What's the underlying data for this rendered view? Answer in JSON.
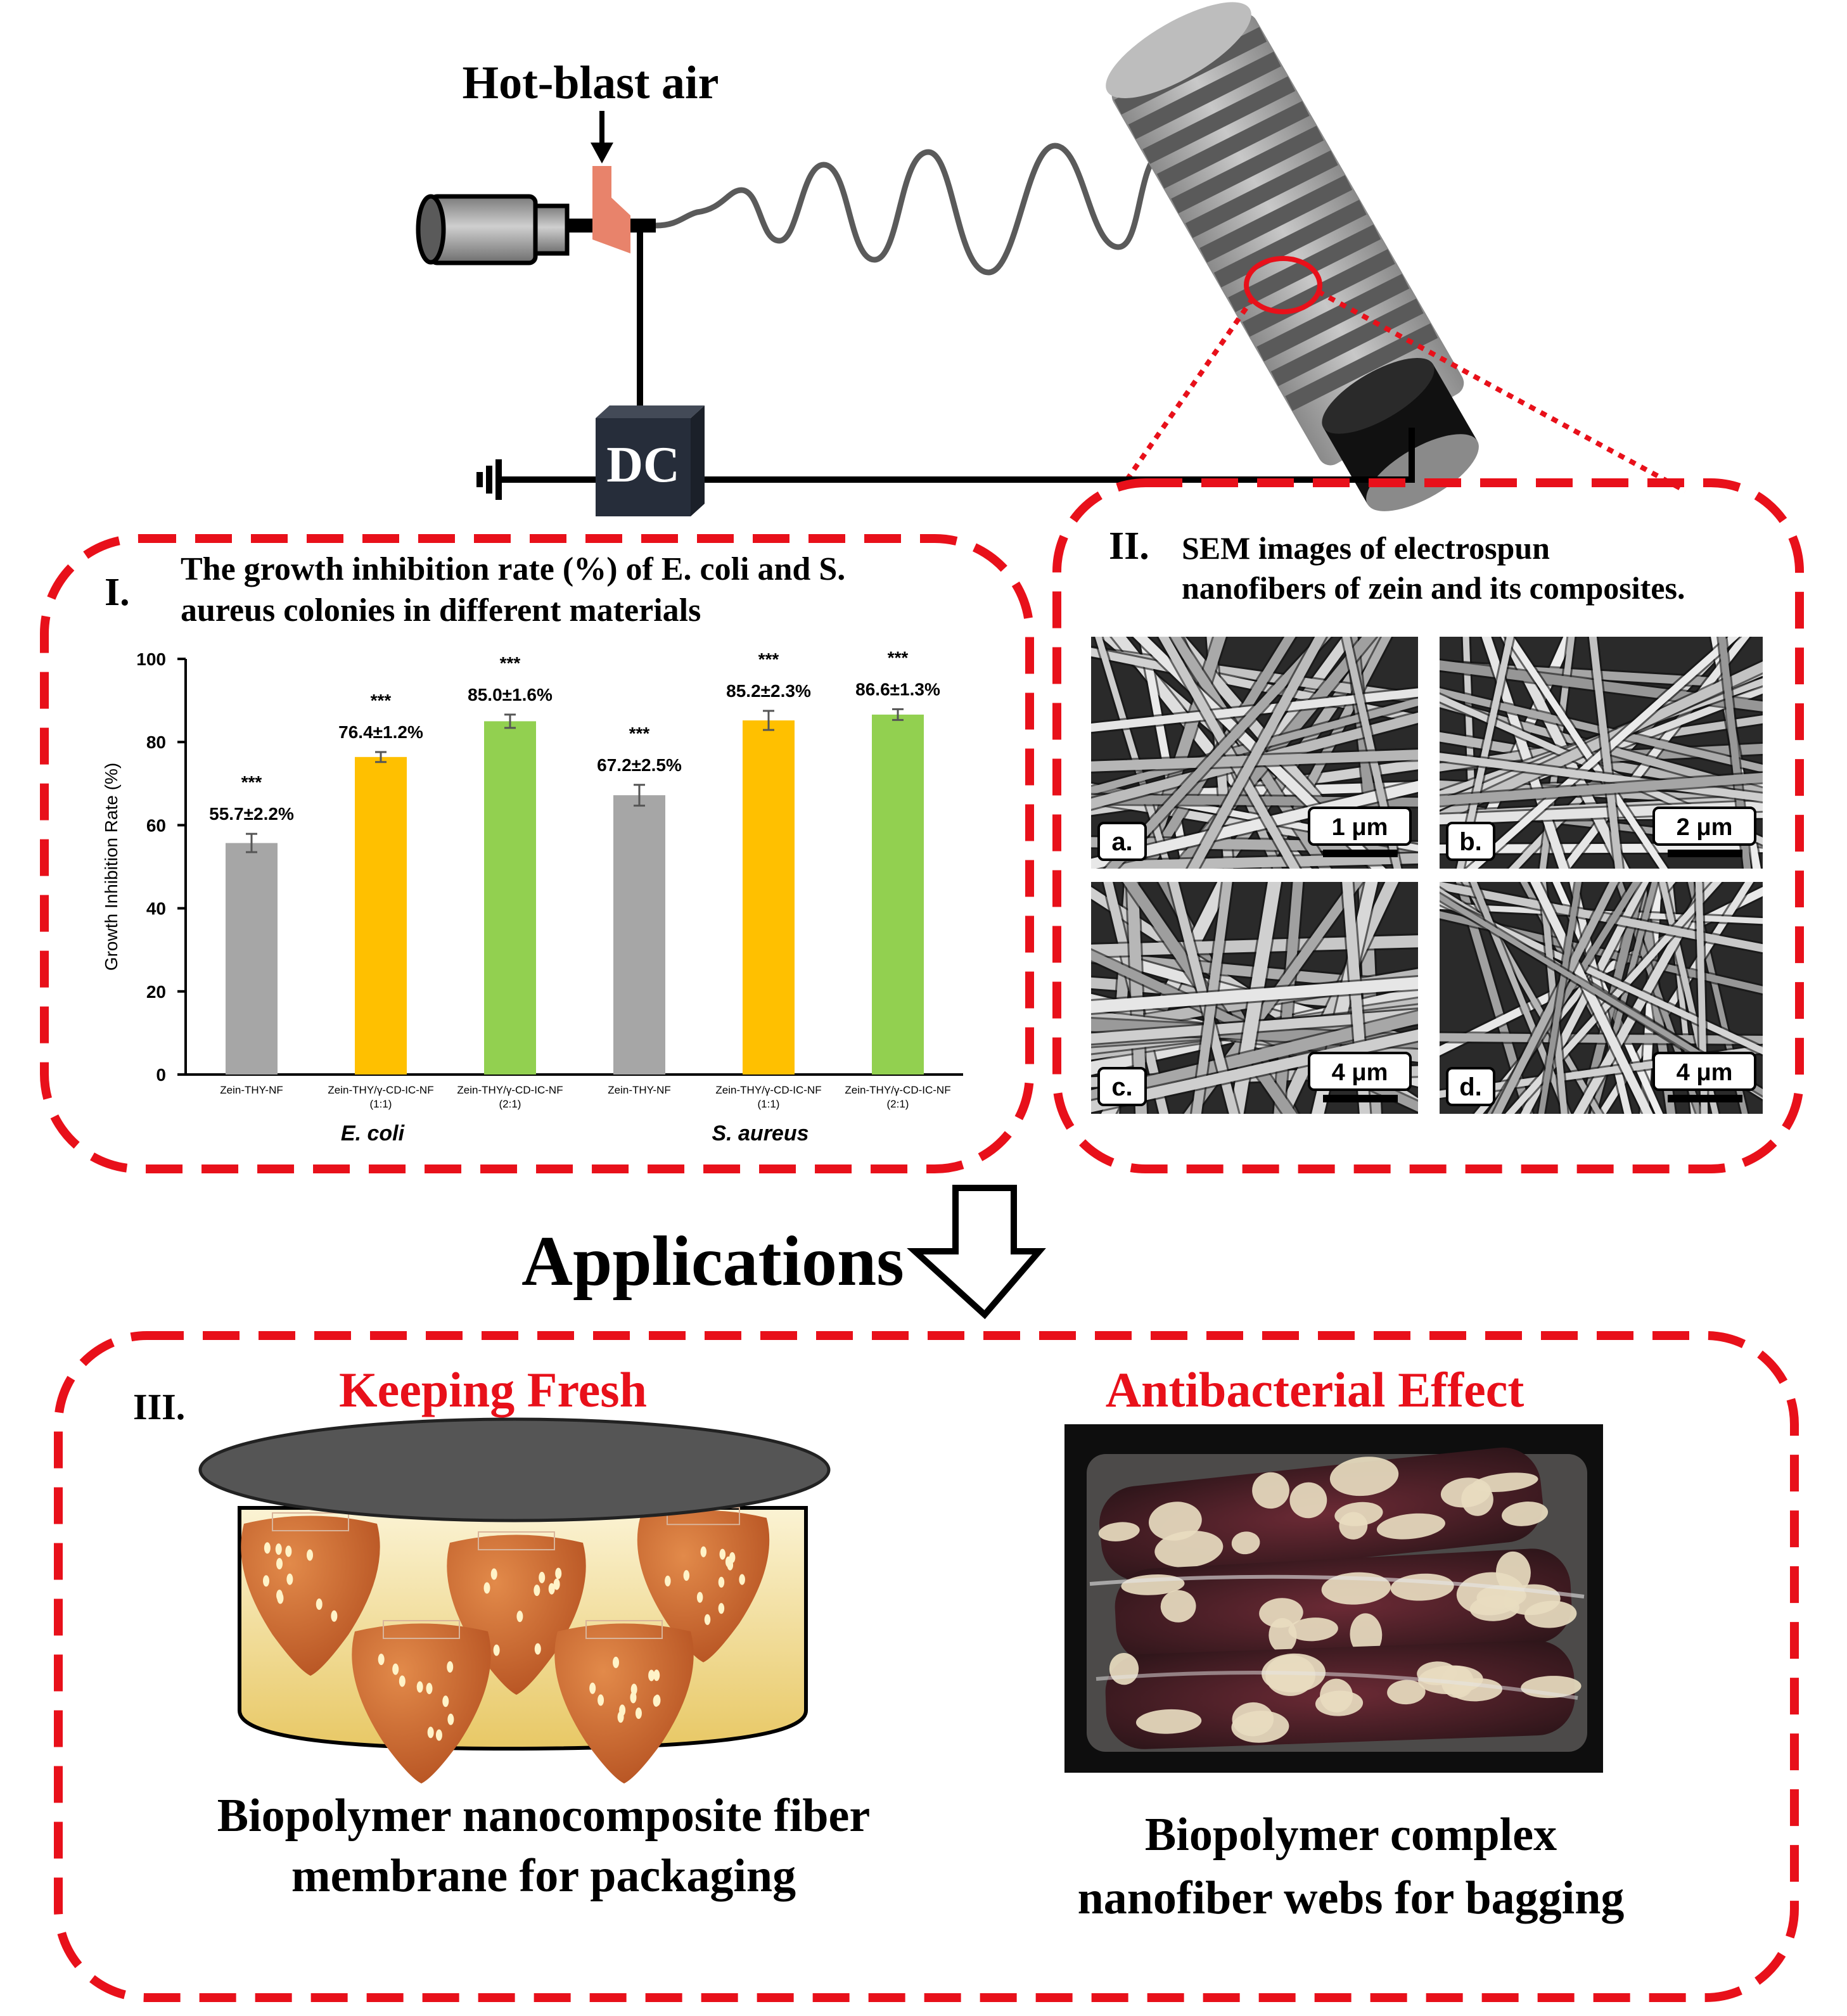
{
  "apparatus": {
    "hot_blast_label": "Hot-blast air",
    "power_label": "DC"
  },
  "panel_1": {
    "numeral": "I.",
    "title_line1": "The growth inhibition rate (%) of E. coli and S.",
    "title_line2": "aureus colonies in different materials"
  },
  "chart_data": {
    "type": "bar",
    "ylabel": "Growth Inhibition Rate (%)",
    "ylim": [
      0,
      100
    ],
    "yticks": [
      "0",
      "20",
      "40",
      "60",
      "80",
      "100"
    ],
    "bars": [
      {
        "category": "Zein-THY-NF",
        "category_line2": "",
        "group": "E. coli",
        "value": 55.7,
        "error": 2.2,
        "label": "55.7±2.2%",
        "sig": "***",
        "color": "#a6a6a6"
      },
      {
        "category": "Zein-THY/γ-CD-IC-NF",
        "category_line2": "(1:1)",
        "group": "E. coli",
        "value": 76.4,
        "error": 1.2,
        "label": "76.4±1.2%",
        "sig": "***",
        "color": "#ffc000"
      },
      {
        "category": "Zein-THY/γ-CD-IC-NF",
        "category_line2": "(2:1)",
        "group": "E. coli",
        "value": 85.0,
        "error": 1.6,
        "label": "85.0±1.6%",
        "sig": "***",
        "color": "#92d050"
      },
      {
        "category": "Zein-THY-NF",
        "category_line2": "",
        "group": "S. aureus",
        "value": 67.2,
        "error": 2.5,
        "label": "67.2±2.5%",
        "sig": "***",
        "color": "#a6a6a6"
      },
      {
        "category": "Zein-THY/γ-CD-IC-NF",
        "category_line2": "(1:1)",
        "group": "S. aureus",
        "value": 85.2,
        "error": 2.3,
        "label": "85.2±2.3%",
        "sig": "***",
        "color": "#ffc000"
      },
      {
        "category": "Zein-THY/γ-CD-IC-NF",
        "category_line2": "(2:1)",
        "group": "S. aureus",
        "value": 86.6,
        "error": 1.3,
        "label": "86.6±1.3%",
        "sig": "***",
        "color": "#92d050"
      }
    ],
    "groups": [
      "E. coli",
      "S. aureus"
    ]
  },
  "panel_2": {
    "numeral": "II.",
    "title_line1": "SEM images of electrospun",
    "title_line2": "nanofibers of zein and its composites.",
    "images": [
      {
        "letter": "a.",
        "scale": "1 μm"
      },
      {
        "letter": "b.",
        "scale": "2 μm"
      },
      {
        "letter": "c.",
        "scale": "4 μm"
      },
      {
        "letter": "d.",
        "scale": "4 μm"
      }
    ]
  },
  "applications_label": "Applications",
  "panel_3": {
    "numeral": "III.",
    "left_heading": "Keeping Fresh",
    "right_heading": "Antibacterial Effect",
    "left_caption_line1": "Biopolymer nanocomposite fiber",
    "left_caption_line2": "membrane for packaging",
    "right_caption_line1": "Biopolymer complex",
    "right_caption_line2": "nanofiber webs for bagging"
  },
  "colors": {
    "accent_red": "#e8101a",
    "dark_box": "#262d3a",
    "fiber_gray": "#5a5a5a",
    "nozzle_orange": "#e8836b",
    "strawberry": "#c8642a",
    "container_fill": "#f1d98a"
  }
}
